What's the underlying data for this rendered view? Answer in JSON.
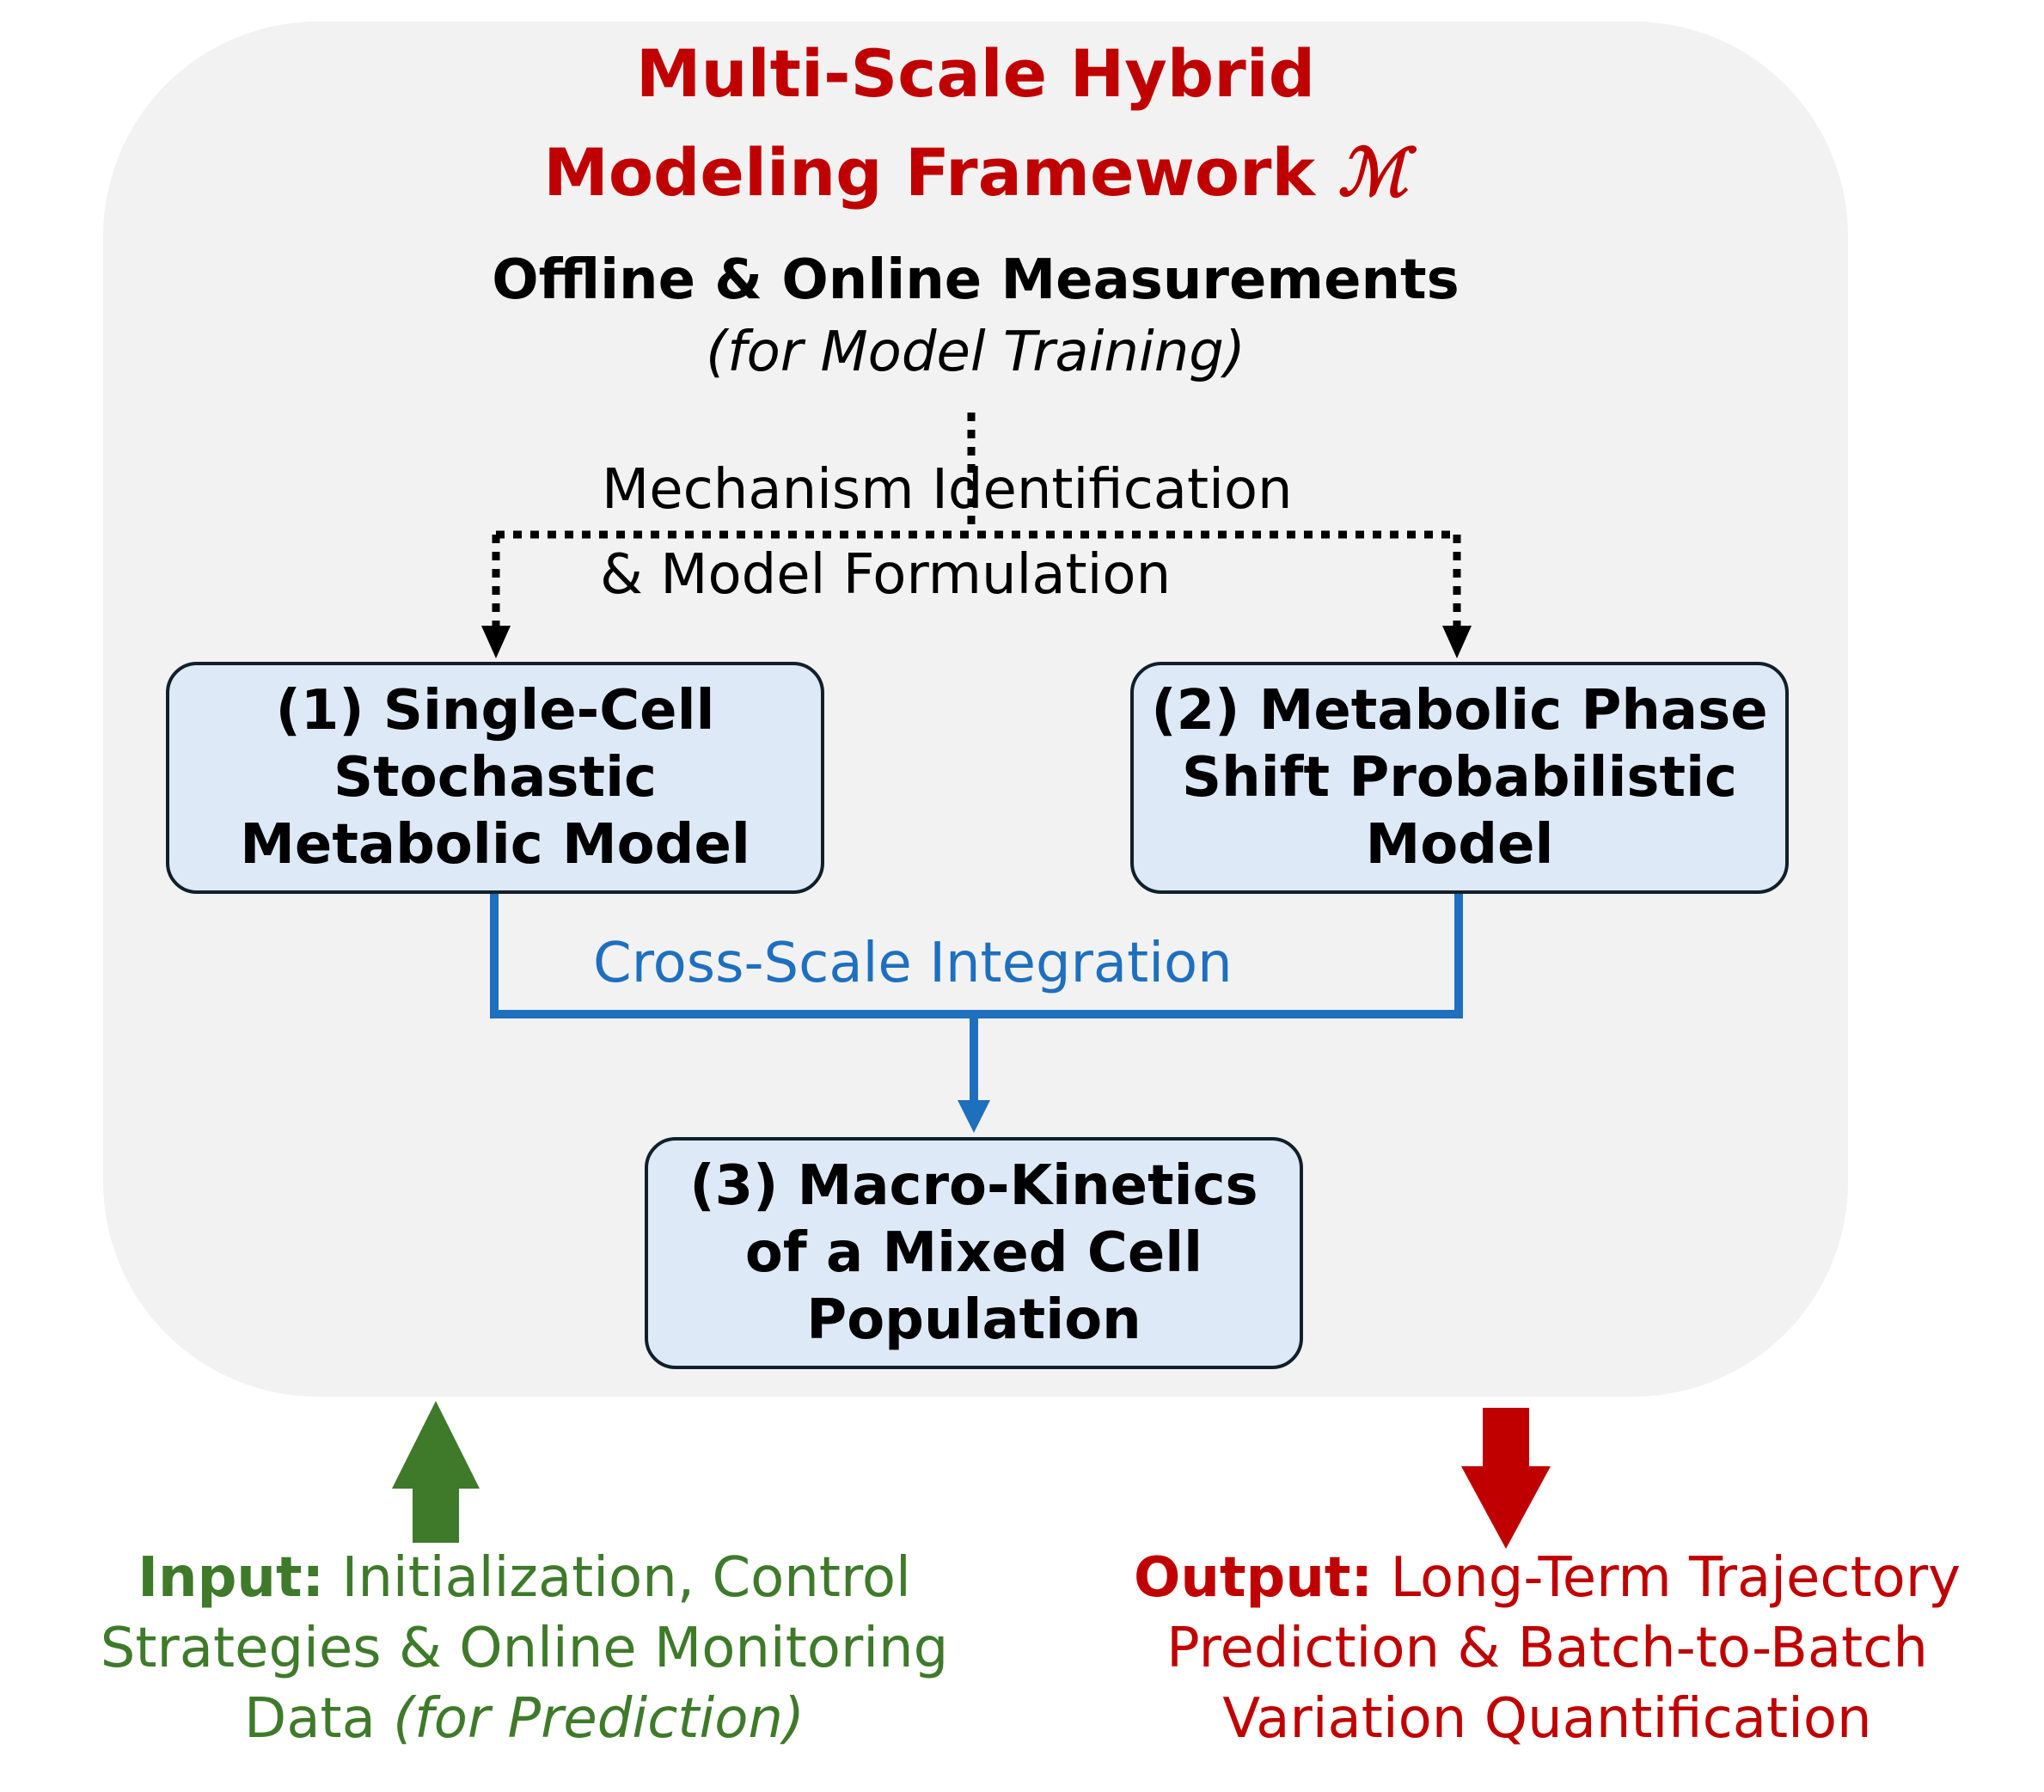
{
  "title": {
    "line1": "Multi-Scale Hybrid",
    "line2": "Modeling Framework",
    "symbol": "ℳ"
  },
  "measurements": {
    "title": "Offline & Online Measurements",
    "subtitle": "(for Model Training)"
  },
  "mechanism": {
    "line1": "Mechanism Identification",
    "line2": "& Model Formulation"
  },
  "boxes": {
    "box1": "(1) Single-Cell\nStochastic\nMetabolic Model",
    "box2": "(2) Metabolic Phase\nShift Probabilistic\nModel",
    "box3": "(3) Macro-Kinetics\nof a Mixed Cell\nPopulation"
  },
  "integration": {
    "label": "Cross-Scale Integration"
  },
  "input": {
    "head": "Input:",
    "body": "Initialization, Control\nStrategies & Online Monitoring\nData",
    "italic": "(for Prediction)"
  },
  "output": {
    "head": "Output:",
    "body": "Long-Term Trajectory\nPrediction & Batch-to-Batch\nVariation Quantification"
  },
  "colors": {
    "title_red": "#c00000",
    "box_fill": "#dde9f6",
    "integration_blue": "#1f6fbf",
    "input_green": "#3e7a2a",
    "output_red": "#c00000",
    "panel_gray": "#f2f2f2"
  },
  "icons": {
    "input_arrow": "up-arrow-icon",
    "output_arrow": "down-arrow-icon"
  }
}
